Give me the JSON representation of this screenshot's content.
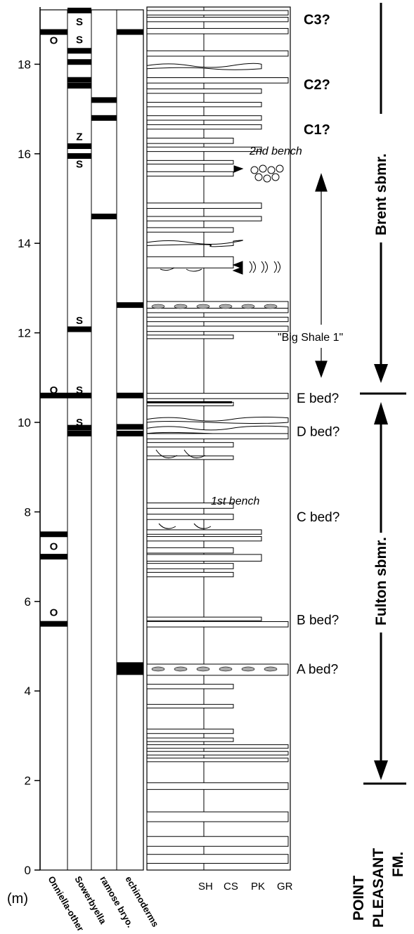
{
  "axis": {
    "unit": "(m)",
    "min": 0,
    "max": 19,
    "ticks": [
      0,
      2,
      4,
      6,
      8,
      10,
      12,
      14,
      16,
      18
    ]
  },
  "occurrence_columns": [
    {
      "key": "onniella",
      "label": "Onniella-other",
      "letter": "O",
      "bands": [
        18.72,
        10.6,
        7.5,
        7.0,
        5.5
      ],
      "letters": [
        {
          "y": 18.53,
          "text": "O"
        },
        {
          "y": 10.72,
          "text": "O"
        },
        {
          "y": 7.23,
          "text": "O"
        },
        {
          "y": 5.75,
          "text": "O"
        }
      ]
    },
    {
      "key": "sowerbyella",
      "label": "Sowerbyella",
      "letter": "S",
      "bands": [
        19.2,
        18.3,
        18.05,
        17.65,
        17.52,
        16.17,
        15.95,
        12.08,
        10.6,
        9.88,
        9.75
      ],
      "letters": [
        {
          "y": 18.95,
          "text": "S"
        },
        {
          "y": 18.55,
          "text": "S"
        },
        {
          "y": 16.38,
          "text": "Z"
        },
        {
          "y": 15.77,
          "text": "S"
        },
        {
          "y": 12.28,
          "text": "S"
        },
        {
          "y": 10.72,
          "text": "S"
        },
        {
          "y": 10.0,
          "text": "S"
        }
      ]
    },
    {
      "key": "ramose_bryo",
      "label": "ramose bryo.",
      "bands": [
        17.2,
        16.8,
        14.6
      ],
      "letters": []
    },
    {
      "key": "echinoderms",
      "label": "echinoderms",
      "bands": [
        18.72,
        12.62,
        10.6,
        9.9,
        9.75,
        4.5
      ],
      "letters": []
    }
  ],
  "lithology": {
    "scale_labels": [
      "SH",
      "CS",
      "PK",
      "GR"
    ],
    "beds": [
      {
        "y": 19.2,
        "t": 0.1,
        "s": "GR"
      },
      {
        "y": 19.05,
        "t": 0.1,
        "s": "GR"
      },
      {
        "y": 18.8,
        "t": 0.12,
        "s": "GR"
      },
      {
        "y": 18.3,
        "t": 0.12,
        "s": "GR"
      },
      {
        "y": 18.0,
        "t": 0.1,
        "s": "PK",
        "wavy": true
      },
      {
        "y": 17.7,
        "t": 0.12,
        "s": "GR"
      },
      {
        "y": 17.45,
        "t": 0.1,
        "s": "PK"
      },
      {
        "y": 17.15,
        "t": 0.1,
        "s": "PK"
      },
      {
        "y": 16.85,
        "t": 0.1,
        "s": "PK"
      },
      {
        "y": 16.65,
        "t": 0.1,
        "s": "PK"
      },
      {
        "y": 16.35,
        "t": 0.12,
        "s": "CS"
      },
      {
        "y": 16.15,
        "t": 0.1,
        "s": "PK"
      },
      {
        "y": 15.85,
        "t": 0.08,
        "s": "CS"
      },
      {
        "y": 15.6,
        "t": 0.1,
        "s": "CS"
      },
      {
        "y": 14.9,
        "t": 0.12,
        "s": "PK"
      },
      {
        "y": 14.6,
        "t": 0.1,
        "s": "PK"
      },
      {
        "y": 14.35,
        "t": 0.1,
        "s": "CS"
      },
      {
        "y": 14.05,
        "t": 0.1,
        "s": "CS",
        "wavy": true
      },
      {
        "y": 13.7,
        "t": 0.25,
        "s": "CS"
      },
      {
        "y": 12.7,
        "t": 0.15,
        "s": "GR"
      },
      {
        "y": 12.55,
        "t": 0.1,
        "s": "GR"
      },
      {
        "y": 12.35,
        "t": 0.1,
        "s": "GR"
      },
      {
        "y": 12.15,
        "t": 0.12,
        "s": "GR"
      },
      {
        "y": 11.95,
        "t": 0.08,
        "s": "CS"
      },
      {
        "y": 10.65,
        "t": 0.12,
        "s": "GR"
      },
      {
        "y": 10.45,
        "t": 0.08,
        "s": "CS"
      },
      {
        "y": 10.1,
        "t": 0.1,
        "s": "GR",
        "wavy": true
      },
      {
        "y": 9.9,
        "t": 0.15,
        "s": "GR",
        "wavy": true
      },
      {
        "y": 9.75,
        "t": 0.12,
        "s": "GR"
      },
      {
        "y": 9.55,
        "t": 0.1,
        "s": "CS"
      },
      {
        "y": 9.25,
        "t": 0.08,
        "s": "CS"
      },
      {
        "y": 8.2,
        "t": 0.12,
        "s": "CS"
      },
      {
        "y": 7.95,
        "t": 0.12,
        "s": "CS"
      },
      {
        "y": 7.6,
        "t": 0.1,
        "s": "PK"
      },
      {
        "y": 7.45,
        "t": 0.1,
        "s": "PK"
      },
      {
        "y": 7.2,
        "t": 0.12,
        "s": "CS"
      },
      {
        "y": 7.05,
        "t": 0.15,
        "s": "PK"
      },
      {
        "y": 6.85,
        "t": 0.12,
        "s": "CS"
      },
      {
        "y": 6.65,
        "t": 0.1,
        "s": "CS"
      },
      {
        "y": 5.65,
        "t": 0.08,
        "s": "PK"
      },
      {
        "y": 5.55,
        "t": 0.12,
        "s": "GR"
      },
      {
        "y": 4.6,
        "t": 0.25,
        "s": "GR"
      },
      {
        "y": 4.15,
        "t": 0.1,
        "s": "CS"
      },
      {
        "y": 3.7,
        "t": 0.08,
        "s": "CS"
      },
      {
        "y": 3.15,
        "t": 0.1,
        "s": "CS"
      },
      {
        "y": 2.95,
        "t": 0.08,
        "s": "CS"
      },
      {
        "y": 2.8,
        "t": 0.08,
        "s": "GR"
      },
      {
        "y": 2.65,
        "t": 0.08,
        "s": "GR"
      },
      {
        "y": 2.5,
        "t": 0.08,
        "s": "GR"
      },
      {
        "y": 1.95,
        "t": 0.15,
        "s": "GR"
      },
      {
        "y": 1.3,
        "t": 0.22,
        "s": "GR"
      },
      {
        "y": 0.75,
        "t": 0.22,
        "s": "GR"
      },
      {
        "y": 0.35,
        "t": 0.2,
        "s": "GR"
      }
    ]
  },
  "bed_labels": [
    {
      "text": "C3?",
      "y": 19.0,
      "cls": "cyc"
    },
    {
      "text": "C2?",
      "y": 17.55,
      "cls": "cyc"
    },
    {
      "text": "C1?",
      "y": 16.55,
      "cls": "cyc"
    },
    {
      "text": "E bed?",
      "y": 10.55,
      "cls": "bed"
    },
    {
      "text": "D bed?",
      "y": 9.8,
      "cls": "bed"
    },
    {
      "text": "C bed?",
      "y": 7.9,
      "cls": "bed"
    },
    {
      "text": "B bed?",
      "y": 5.6,
      "cls": "bed"
    },
    {
      "text": "A bed?",
      "y": 4.5,
      "cls": "bed"
    }
  ],
  "annotations": {
    "second_bench": "2nd bench",
    "first_bench": "1st bench",
    "big_shale": "\"Big Shale 1\""
  },
  "units": [
    {
      "label": "Brent sbmr.",
      "top": 19.5,
      "bottom": 10.6
    },
    {
      "label": "Fulton sbmr.",
      "top": 10.6,
      "bottom": 2.0
    },
    {
      "label_lines": [
        "POINT",
        "PLEASANT",
        "FM."
      ],
      "top": 2.0,
      "bottom": 0.0
    }
  ]
}
